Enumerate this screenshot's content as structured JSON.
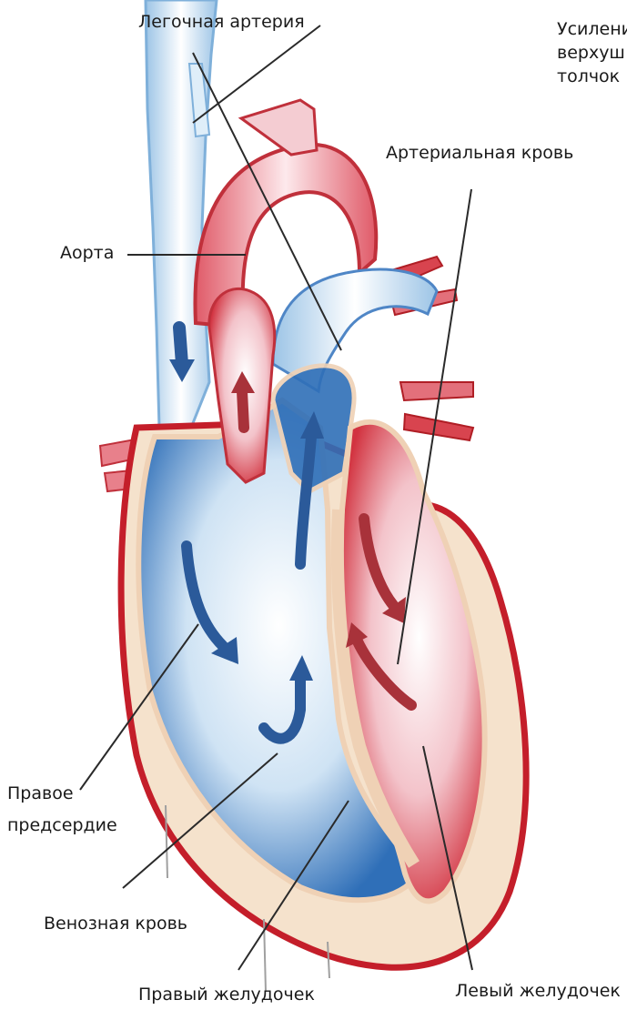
{
  "labels": {
    "pulmonary_artery": "Легочная артерия",
    "apex_line1": "Усилени",
    "apex_line2": "верхуш",
    "apex_line3": "толчок",
    "arterial_blood": "Артериальная кровь",
    "aorta": "Аорта",
    "right_atrium_line1": "Правое",
    "right_atrium_line2": "предсердие",
    "venous_blood": "Венозная кровь",
    "right_ventricle": "Правый желудочек",
    "left_ventricle": "Левый желудочек"
  },
  "colors": {
    "venous_blue": "#2f6fb8",
    "light_blue": "#bcd9ef",
    "arterial_red": "#d8333f",
    "light_red": "#f2c2c8",
    "outline": "#b01e25",
    "wall_beige": "#f3dcc2",
    "leader_line": "#2a2a2a"
  }
}
